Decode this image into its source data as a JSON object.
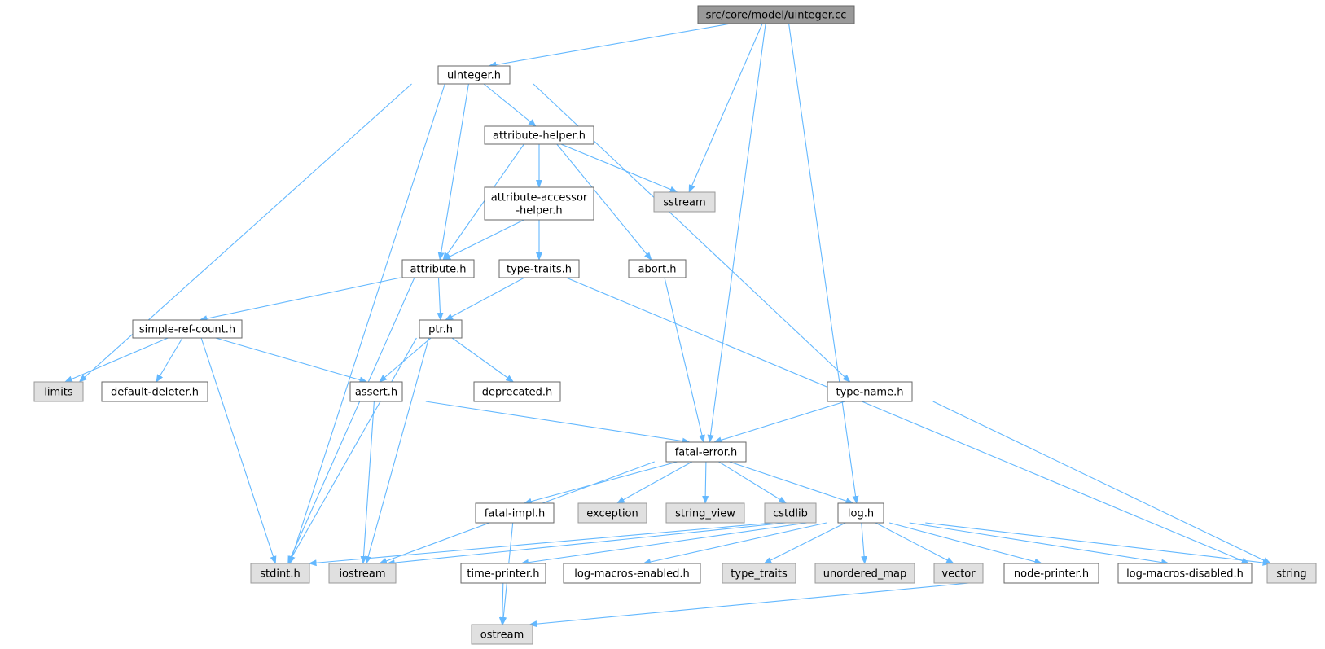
{
  "colors": {
    "edge": "#63b8ff",
    "root_fill": "#999999",
    "root_stroke": "#666666",
    "file_fill": "#ffffff",
    "file_stroke": "#666666",
    "external_fill": "#e0e0e0",
    "external_stroke": "#999999"
  },
  "nodes": {
    "uinteger_cc": {
      "lines": [
        "src/core/model/uinteger.cc"
      ],
      "kind": "root"
    },
    "uinteger_h": {
      "lines": [
        "uinteger.h"
      ],
      "kind": "file"
    },
    "attribute_helper_h": {
      "lines": [
        "attribute-helper.h"
      ],
      "kind": "file"
    },
    "attribute_accessor_helper_h": {
      "lines": [
        "attribute-accessor",
        "-helper.h"
      ],
      "kind": "file"
    },
    "sstream": {
      "lines": [
        "sstream"
      ],
      "kind": "external"
    },
    "attribute_h": {
      "lines": [
        "attribute.h"
      ],
      "kind": "file"
    },
    "type_traits_h": {
      "lines": [
        "type-traits.h"
      ],
      "kind": "file"
    },
    "abort_h": {
      "lines": [
        "abort.h"
      ],
      "kind": "file"
    },
    "simple_ref_count_h": {
      "lines": [
        "simple-ref-count.h"
      ],
      "kind": "file"
    },
    "ptr_h": {
      "lines": [
        "ptr.h"
      ],
      "kind": "file"
    },
    "limits": {
      "lines": [
        "limits"
      ],
      "kind": "external"
    },
    "default_deleter_h": {
      "lines": [
        "default-deleter.h"
      ],
      "kind": "file"
    },
    "assert_h": {
      "lines": [
        "assert.h"
      ],
      "kind": "file"
    },
    "deprecated_h": {
      "lines": [
        "deprecated.h"
      ],
      "kind": "file"
    },
    "type_name_h": {
      "lines": [
        "type-name.h"
      ],
      "kind": "file"
    },
    "fatal_error_h": {
      "lines": [
        "fatal-error.h"
      ],
      "kind": "file"
    },
    "fatal_impl_h": {
      "lines": [
        "fatal-impl.h"
      ],
      "kind": "file"
    },
    "exception": {
      "lines": [
        "exception"
      ],
      "kind": "external"
    },
    "string_view": {
      "lines": [
        "string_view"
      ],
      "kind": "external"
    },
    "cstdlib": {
      "lines": [
        "cstdlib"
      ],
      "kind": "external"
    },
    "log_h": {
      "lines": [
        "log.h"
      ],
      "kind": "file"
    },
    "stdint_h": {
      "lines": [
        "stdint.h"
      ],
      "kind": "external"
    },
    "iostream": {
      "lines": [
        "iostream"
      ],
      "kind": "external"
    },
    "time_printer_h": {
      "lines": [
        "time-printer.h"
      ],
      "kind": "file"
    },
    "log_macros_enabled_h": {
      "lines": [
        "log-macros-enabled.h"
      ],
      "kind": "file"
    },
    "type_traits": {
      "lines": [
        "type_traits"
      ],
      "kind": "external"
    },
    "unordered_map": {
      "lines": [
        "unordered_map"
      ],
      "kind": "external"
    },
    "vector": {
      "lines": [
        "vector"
      ],
      "kind": "external"
    },
    "node_printer_h": {
      "lines": [
        "node-printer.h"
      ],
      "kind": "file"
    },
    "log_macros_disabled_h": {
      "lines": [
        "log-macros-disabled.h"
      ],
      "kind": "file"
    },
    "string": {
      "lines": [
        "string"
      ],
      "kind": "external"
    },
    "ostream": {
      "lines": [
        "ostream"
      ],
      "kind": "external"
    }
  },
  "edges": [
    [
      "uinteger_cc",
      "uinteger_h"
    ],
    [
      "uinteger_cc",
      "sstream"
    ],
    [
      "uinteger_cc",
      "fatal_error_h"
    ],
    [
      "uinteger_cc",
      "log_h"
    ],
    [
      "uinteger_h",
      "attribute_helper_h"
    ],
    [
      "uinteger_h",
      "attribute_h"
    ],
    [
      "uinteger_h",
      "limits"
    ],
    [
      "uinteger_h",
      "stdint_h"
    ],
    [
      "uinteger_h",
      "type_name_h"
    ],
    [
      "attribute_helper_h",
      "attribute_accessor_helper_h"
    ],
    [
      "attribute_helper_h",
      "attribute_h"
    ],
    [
      "attribute_helper_h",
      "sstream"
    ],
    [
      "attribute_helper_h",
      "abort_h"
    ],
    [
      "attribute_accessor_helper_h",
      "attribute_h"
    ],
    [
      "attribute_accessor_helper_h",
      "type_traits_h"
    ],
    [
      "attribute_h",
      "simple_ref_count_h"
    ],
    [
      "attribute_h",
      "ptr_h"
    ],
    [
      "attribute_h",
      "stdint_h"
    ],
    [
      "attribute_h",
      "string"
    ],
    [
      "type_traits_h",
      "ptr_h"
    ],
    [
      "abort_h",
      "fatal_error_h"
    ],
    [
      "simple_ref_count_h",
      "limits"
    ],
    [
      "simple_ref_count_h",
      "default_deleter_h"
    ],
    [
      "simple_ref_count_h",
      "assert_h"
    ],
    [
      "simple_ref_count_h",
      "stdint_h"
    ],
    [
      "ptr_h",
      "assert_h"
    ],
    [
      "ptr_h",
      "deprecated_h"
    ],
    [
      "ptr_h",
      "stdint_h"
    ],
    [
      "ptr_h",
      "iostream"
    ],
    [
      "assert_h",
      "fatal_error_h"
    ],
    [
      "assert_h",
      "iostream"
    ],
    [
      "type_name_h",
      "fatal_error_h"
    ],
    [
      "type_name_h",
      "string"
    ],
    [
      "fatal_error_h",
      "fatal_impl_h"
    ],
    [
      "fatal_error_h",
      "exception"
    ],
    [
      "fatal_error_h",
      "string_view"
    ],
    [
      "fatal_error_h",
      "cstdlib"
    ],
    [
      "fatal_error_h",
      "log_h"
    ],
    [
      "fatal_error_h",
      "iostream"
    ],
    [
      "fatal_impl_h",
      "ostream"
    ],
    [
      "log_h",
      "stdint_h"
    ],
    [
      "log_h",
      "iostream"
    ],
    [
      "log_h",
      "time_printer_h"
    ],
    [
      "log_h",
      "log_macros_enabled_h"
    ],
    [
      "log_h",
      "type_traits"
    ],
    [
      "log_h",
      "unordered_map"
    ],
    [
      "log_h",
      "vector"
    ],
    [
      "log_h",
      "node_printer_h"
    ],
    [
      "log_h",
      "log_macros_disabled_h"
    ],
    [
      "log_h",
      "string"
    ],
    [
      "time_printer_h",
      "ostream"
    ],
    [
      "node_printer_h",
      "ostream"
    ]
  ]
}
